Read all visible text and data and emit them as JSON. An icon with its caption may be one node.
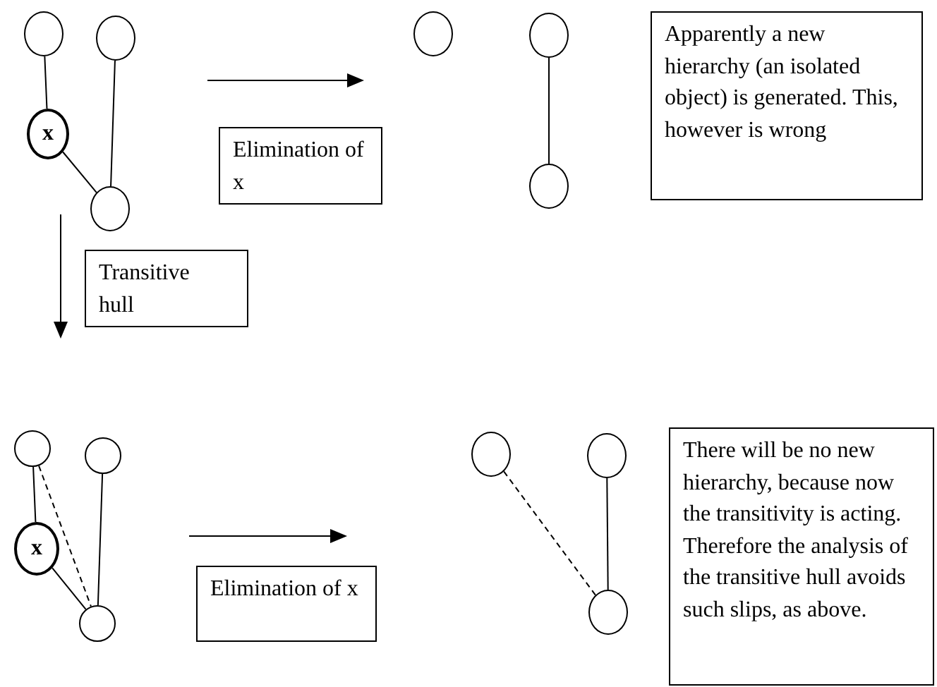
{
  "diagram": {
    "nodes": [
      {
        "text": [],
        "shape": "circle"
      },
      {
        "text": [],
        "shape": "circle"
      },
      {
        "text": [
          "x"
        ]
      },
      {
        "text": [],
        "shape": "circle"
      },
      {
        "text": [
          "Elimination of x"
        ]
      },
      {
        "text": [],
        "shape": "circle"
      },
      {
        "text": [],
        "shape": "circle"
      },
      {
        "text": [],
        "shape": "circle"
      },
      {
        "text": [
          "Apparently a new hierarchy (an isolated object) is generated. This, however is wrong"
        ]
      },
      {
        "text": [
          "Transitive hull"
        ]
      },
      {
        "text": [],
        "shape": "circle"
      },
      {
        "text": [],
        "shape": "circle"
      },
      {
        "text": [
          "x"
        ]
      },
      {
        "text": [],
        "shape": "circle"
      },
      {
        "text": [
          "Elimination of x"
        ]
      },
      {
        "text": [],
        "shape": "circle"
      },
      {
        "text": [],
        "shape": "circle"
      },
      {
        "text": [],
        "shape": "circle"
      },
      {
        "text": [
          "There will be no new hierarchy, because now the transitivity is acting. Therefore the analysis of the transitive hull avoids such slips, as above."
        ]
      }
    ],
    "edges": [
      {
        "from": 0,
        "to": 2,
        "arrow": "none"
      },
      {
        "from": 2,
        "to": 3,
        "arrow": "none"
      },
      {
        "from": 1,
        "to": 3,
        "arrow": "none"
      },
      {
        "from": 6,
        "to": 7,
        "arrow": "none"
      },
      {
        "from": 10,
        "to": 12,
        "arrow": "none"
      },
      {
        "from": 10,
        "to": 13,
        "arrow": "none",
        "style": "dashed"
      },
      {
        "from": 12,
        "to": 13,
        "arrow": "none"
      },
      {
        "from": 11,
        "to": 13,
        "arrow": "none"
      },
      {
        "from": 15,
        "to": 17,
        "arrow": "none",
        "style": "dashed"
      },
      {
        "from": 16,
        "to": 17,
        "arrow": "none"
      }
    ]
  }
}
